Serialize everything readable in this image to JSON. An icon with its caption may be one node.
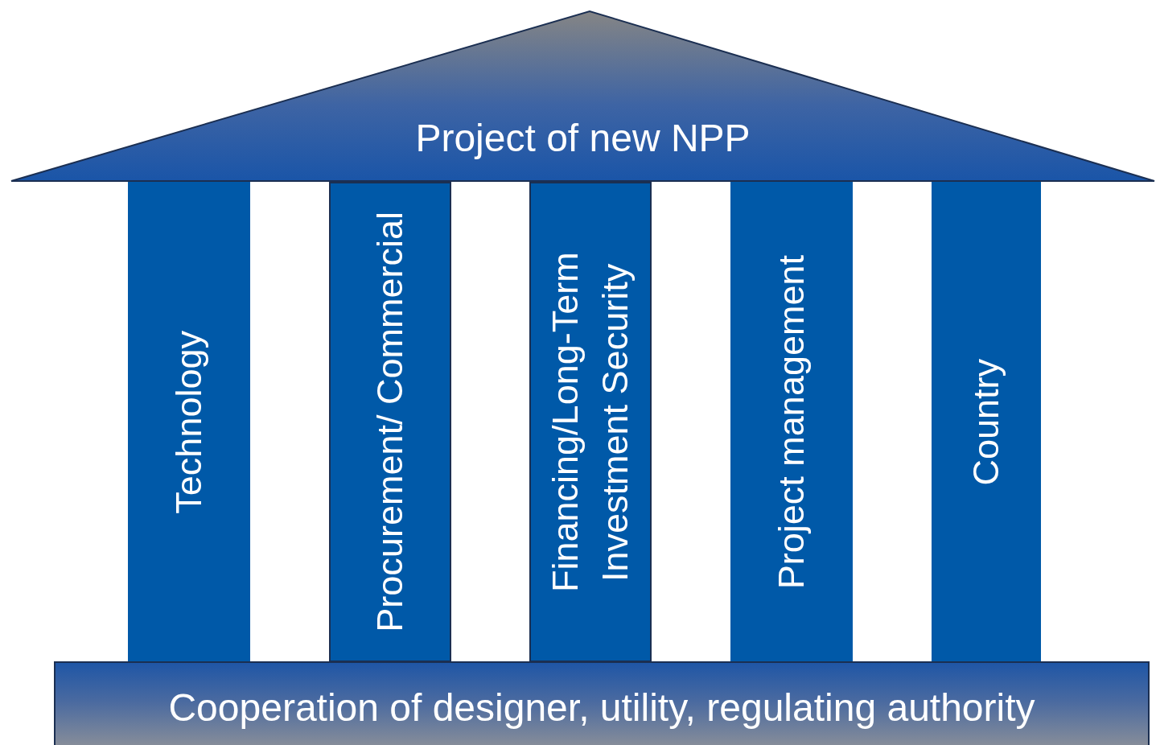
{
  "diagram": {
    "nodes": [
      {
        "text": [
          "Project of new NPP"
        ]
      },
      {
        "text": [
          "Technology"
        ]
      },
      {
        "text": [
          "Procurement/ Commercial"
        ]
      },
      {
        "text": [
          "Financing/Long-Term Investment Security"
        ]
      },
      {
        "text": [
          "Project management"
        ]
      },
      {
        "text": [
          "Country"
        ]
      },
      {
        "text": [
          "Cooperation of designer, utility, regulating authority"
        ]
      }
    ]
  }
}
